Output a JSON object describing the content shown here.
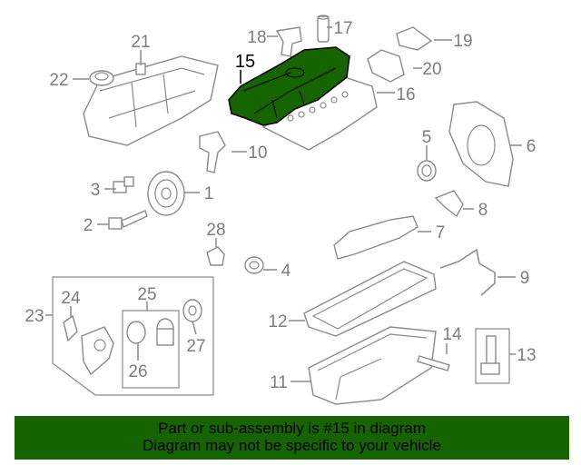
{
  "diagram": {
    "highlighted_part": "15",
    "highlight_color": "#156400",
    "callouts": [
      "1",
      "2",
      "3",
      "4",
      "5",
      "6",
      "7",
      "8",
      "9",
      "10",
      "11",
      "12",
      "13",
      "14",
      "15",
      "16",
      "17",
      "18",
      "19",
      "20",
      "21",
      "22",
      "23",
      "24",
      "25",
      "26",
      "27",
      "28"
    ]
  },
  "banner": {
    "line1": "Part or sub-assembly is #15 in diagram",
    "line2": "Diagram may not be specific to your vehicle",
    "color": "#156400"
  }
}
